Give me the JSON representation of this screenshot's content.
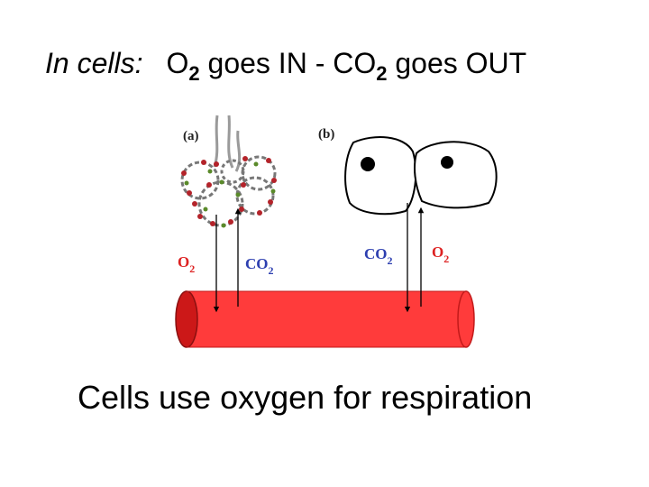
{
  "title": {
    "lead": "In cells:",
    "o2_base": "O",
    "o2_sub": "2",
    "in_text": " goes IN - CO",
    "co2_sub": "2",
    "out_text": " goes OUT"
  },
  "diagram": {
    "panel_a_label": "(a)",
    "panel_b_label": "(b)",
    "left_o2": {
      "base": "O",
      "sub": "2"
    },
    "left_co2": {
      "base": "CO",
      "sub": "2"
    },
    "right_co2": {
      "base": "CO",
      "sub": "2"
    },
    "right_o2": {
      "base": "O",
      "sub": "2"
    },
    "colors": {
      "label_red": "#dd2222",
      "label_blue": "#2d3fb0",
      "vessel_red": "#ff3b3b",
      "vessel_dark": "#cc1818",
      "alveoli_red": "#b4232a",
      "alveoli_green": "#5a8a2a"
    }
  },
  "caption": "Cells use oxygen for respiration"
}
